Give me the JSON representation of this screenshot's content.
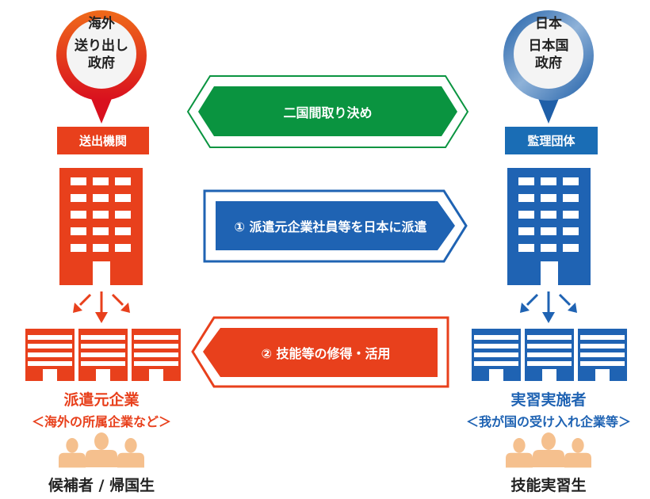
{
  "left": {
    "pin_lines": [
      "海外",
      "送り出し",
      "政府"
    ],
    "agency": "送出機関",
    "company_title": "派遣元企業",
    "company_sub": "＜海外の所属企業など＞",
    "people_label": "候補者 / 帰国生"
  },
  "right": {
    "pin_lines": [
      "日本",
      "日本国",
      "政府"
    ],
    "agency": "監理団体",
    "company_title": "実習実施者",
    "company_sub": "＜我が国の受け入れ企業等＞",
    "people_label": "技能実習生"
  },
  "arrows": {
    "agreement": "二国間取り決め",
    "dispatch": "① 派遣元企業社員等を日本に派遣",
    "skills": "② 技能等の修得・活用"
  },
  "colors": {
    "red": "#e8401c",
    "blue": "#1f63b3",
    "green": "#0a9440",
    "people": "#f5c08e"
  }
}
